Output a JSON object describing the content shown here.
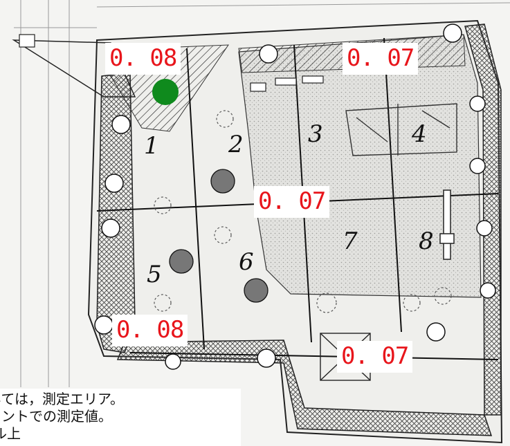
{
  "readings": [
    {
      "value": "0. 08"
    },
    {
      "value": "0. 07"
    },
    {
      "value": "0. 07"
    },
    {
      "value": "0. 08"
    },
    {
      "value": "0. 07"
    }
  ],
  "areas": [
    "1",
    "2",
    "3",
    "4",
    "5",
    "6",
    "7",
    "8"
  ],
  "note_lines": [
    "いては，測定エリア。",
    "イントでの測定値。",
    "ル上"
  ],
  "colors": {
    "value_text": "#e8151b",
    "marker": "#0f8a1d"
  }
}
